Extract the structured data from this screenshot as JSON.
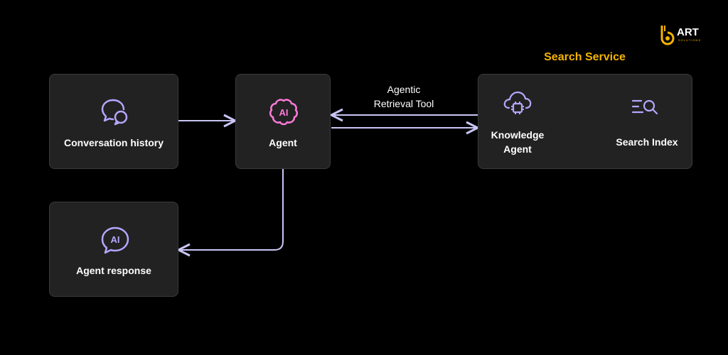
{
  "brand": {
    "name": "ART",
    "sub": "SOLUTIONS",
    "color": "#f5b400"
  },
  "accent_color": "#f5b400",
  "edge_color": "#c9c6f5",
  "service": {
    "title": "Search Service"
  },
  "edge_labels": {
    "tool": "Agentic\nRetrieval Tool"
  },
  "nodes": {
    "conversation": {
      "label": "Conversation history",
      "icon": "chat-bubbles-icon"
    },
    "agent": {
      "label": "Agent",
      "icon": "ai-brain-icon"
    },
    "response": {
      "label": "Agent response",
      "icon": "ai-chat-bubble-icon"
    },
    "knowledge": {
      "label": "Knowledge\nAgent",
      "icon": "cloud-chip-icon"
    },
    "index": {
      "label": "Search Index",
      "icon": "search-list-icon"
    }
  }
}
